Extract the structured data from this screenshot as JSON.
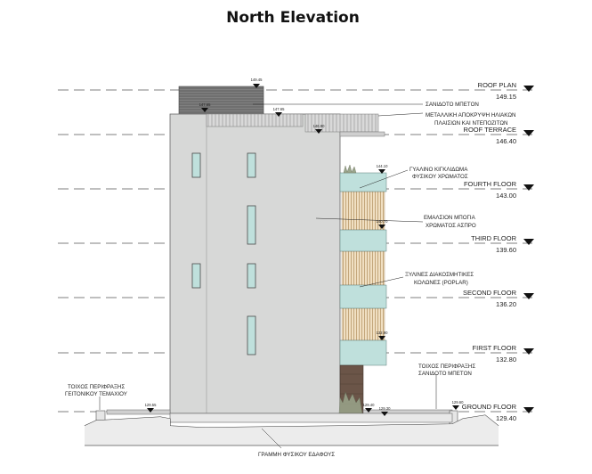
{
  "title": "North Elevation",
  "levels": [
    {
      "name": "ROOF PLAN",
      "elevation": "149.15"
    },
    {
      "name": "ROOF TERRACE",
      "elevation": "146.40"
    },
    {
      "name": "FOURTH FLOOR",
      "elevation": "143.00"
    },
    {
      "name": "THIRD FLOOR",
      "elevation": "139.60"
    },
    {
      "name": "SECOND FLOOR",
      "elevation": "136.20"
    },
    {
      "name": "FIRST FLOOR",
      "elevation": "132.80"
    },
    {
      "name": "GROUND FLOOR",
      "elevation": "129.40"
    }
  ],
  "annotations": {
    "sanidoto_top": "ΣΑΝΙΔΟΤΟ ΜΠΕΤΟΝ",
    "metalliki_1": "ΜΕΤΑΛΛΙΚΗ ΑΠΟΚΡΥΨΗ ΗΛΙΑΚΩΝ",
    "metalliki_2": "ΠΛΑΙΣΙΩΝ ΚΑΙ ΝΤΕΠΟΖΙΤΩΝ",
    "glass_1": "ΓΥΑΛΙΝΟ ΚΙΓΚΛΙΔΩΜΑ",
    "glass_2": "ΦΥΣΙΚΟΥ ΧΡΩΜΑΤΟΣ",
    "paint_1": "ΕΜΑΛΣΙΟΝ ΜΠΟΓΙΑ",
    "paint_2": "ΧΡΩΜΑΤΟΣ ΑΣΠΡΟ",
    "wood_1": "ΞΥΛΙΝΕΣ ΔΙΑΚΟΣΜΗΤΙΚΕΣ",
    "wood_2": "ΚΟΛΩΝΕΣ (POPLAR)",
    "fence_r1": "ΤΟΙΧΟΣ ΠΕΡΙΦΡΑΞΗΣ",
    "fence_r2": "ΣΑΝΙΔΟΤΟ ΜΠΕΤΟΝ",
    "fence_l1": "ΤΟΙΧΟΣ ΠΕΡΙΦΡΑΞΗΣ",
    "fence_l2": "ΓΕΙΤΟΝΙΚΟΥ ΤΕΜΑΧΙΟΥ",
    "ground_line": "ΓΡΑΜΜΗ ΦΥΣΙΚΟΥ ΕΔΑΦΟΥΣ"
  },
  "spot_levels": [
    "149.45",
    "147.65",
    "147.65",
    "146.90",
    "144.10",
    "140.70",
    "132.90",
    "129.55",
    "129.40",
    "129.30",
    "129.60"
  ],
  "colors": {
    "facade": "#d7d8d7",
    "glass": "#bfe0dc",
    "wood": "#e3c9a0",
    "roof_box": "#7b7b7b",
    "level_line": "#555555"
  }
}
